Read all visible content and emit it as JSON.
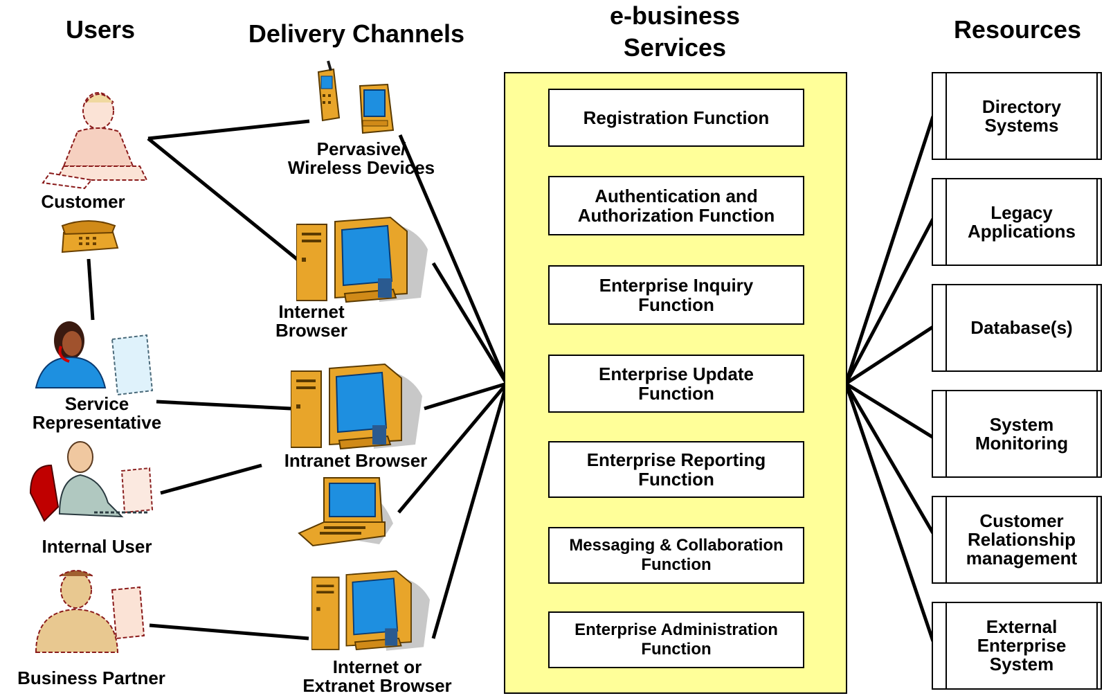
{
  "headers": {
    "users": "Users",
    "channels": "Delivery Channels",
    "services": "e-business\nServices",
    "resources": "Resources"
  },
  "users": {
    "customer": "Customer",
    "service_rep": "Service\nRepresentative",
    "internal_user": "Internal User",
    "business_partner": "Business Partner"
  },
  "channels": {
    "pervasive": "Pervasive/\nWireless Devices",
    "internet_browser": "Internet\nBrowser",
    "intranet_browser": "Intranet Browser",
    "extranet_browser": "Internet or\nExtranet Browser"
  },
  "services": [
    "Registration Function",
    "Authentication and\nAuthorization  Function",
    "Enterprise Inquiry\nFunction",
    "Enterprise Update\nFunction",
    "Enterprise Reporting\nFunction",
    "Messaging & Collaboration\nFunction",
    "Enterprise Administration\nFunction"
  ],
  "resources": [
    "Directory\nSystems",
    "Legacy\nApplications",
    "Database(s)",
    "System\nMonitoring",
    "Customer\nRelationship\nmanagement",
    "External\nEnterprise\nSystem"
  ],
  "colors": {
    "services_panel": "#ffff99",
    "computer_case": "#e8a52a",
    "screen": "#1e8fe0",
    "shadow": "#c8c8c8"
  },
  "icons": [
    "customer-operator-icon",
    "telephone-icon",
    "cellphone-icon",
    "pda-icon",
    "desktop-computer-icon",
    "laptop-icon",
    "service-rep-icon",
    "internal-user-icon",
    "business-partner-icon"
  ]
}
